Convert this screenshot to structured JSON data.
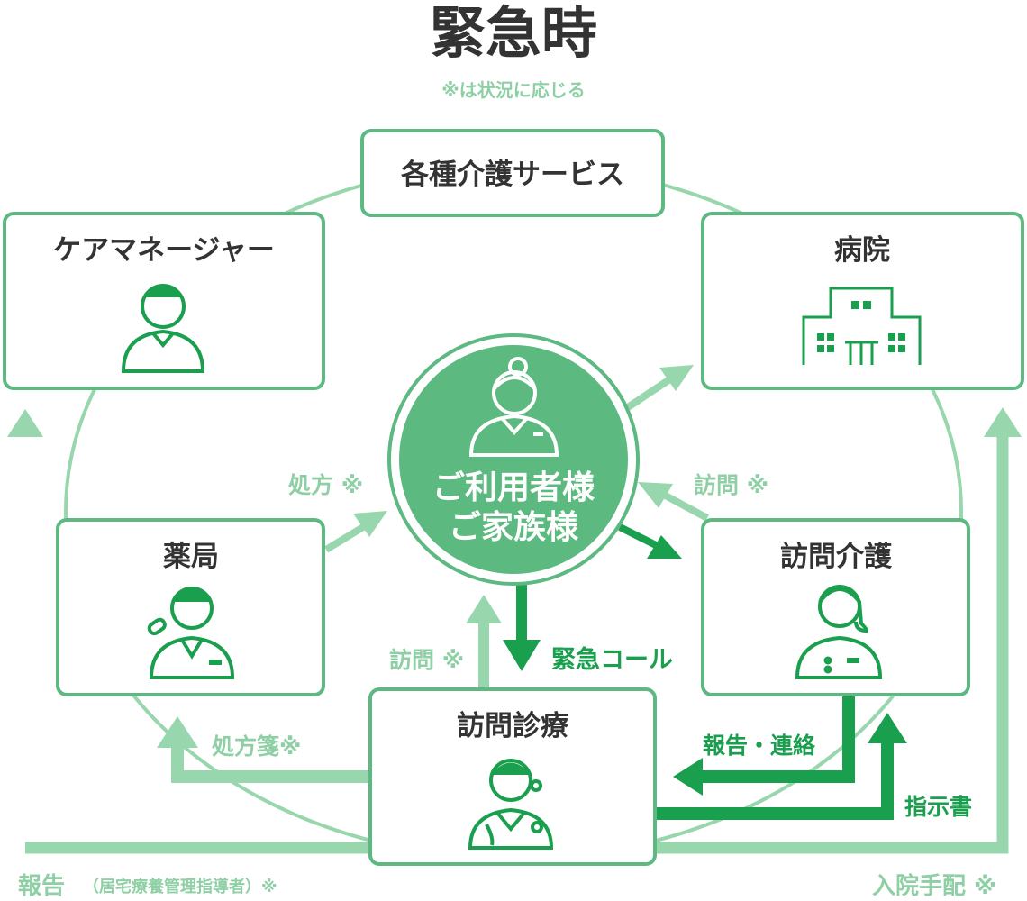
{
  "header": {
    "title": "緊急時",
    "note": "※は状況に応じる"
  },
  "nodes": {
    "care_services": "各種介護サービス",
    "care_manager": "ケアマネージャー",
    "hospital": "病院",
    "pharmacy": "薬局",
    "home_care": "訪問介護",
    "home_medical": "訪問診療",
    "user_line1": "ご利用者様",
    "user_line2": "ご家族様"
  },
  "arrows": {
    "prescription": "処方 ※",
    "visit_care": "訪問 ※",
    "visit_medical": "訪問 ※",
    "emergency_call": "緊急コール",
    "prescription_slip": "処方箋※",
    "report_contact": "報告・連絡",
    "instructions": "指示書",
    "report_guidance": "報告",
    "report_guidance_detail": "（居宅療養管理指導者）※",
    "hospitalization": "入院手配 ※"
  },
  "colors": {
    "accent_dark": "#1a9f4f",
    "accent_light": "#98d6ad",
    "box_border": "#5db981",
    "center_fill": "#5cb97f",
    "text_dark": "#333333"
  }
}
